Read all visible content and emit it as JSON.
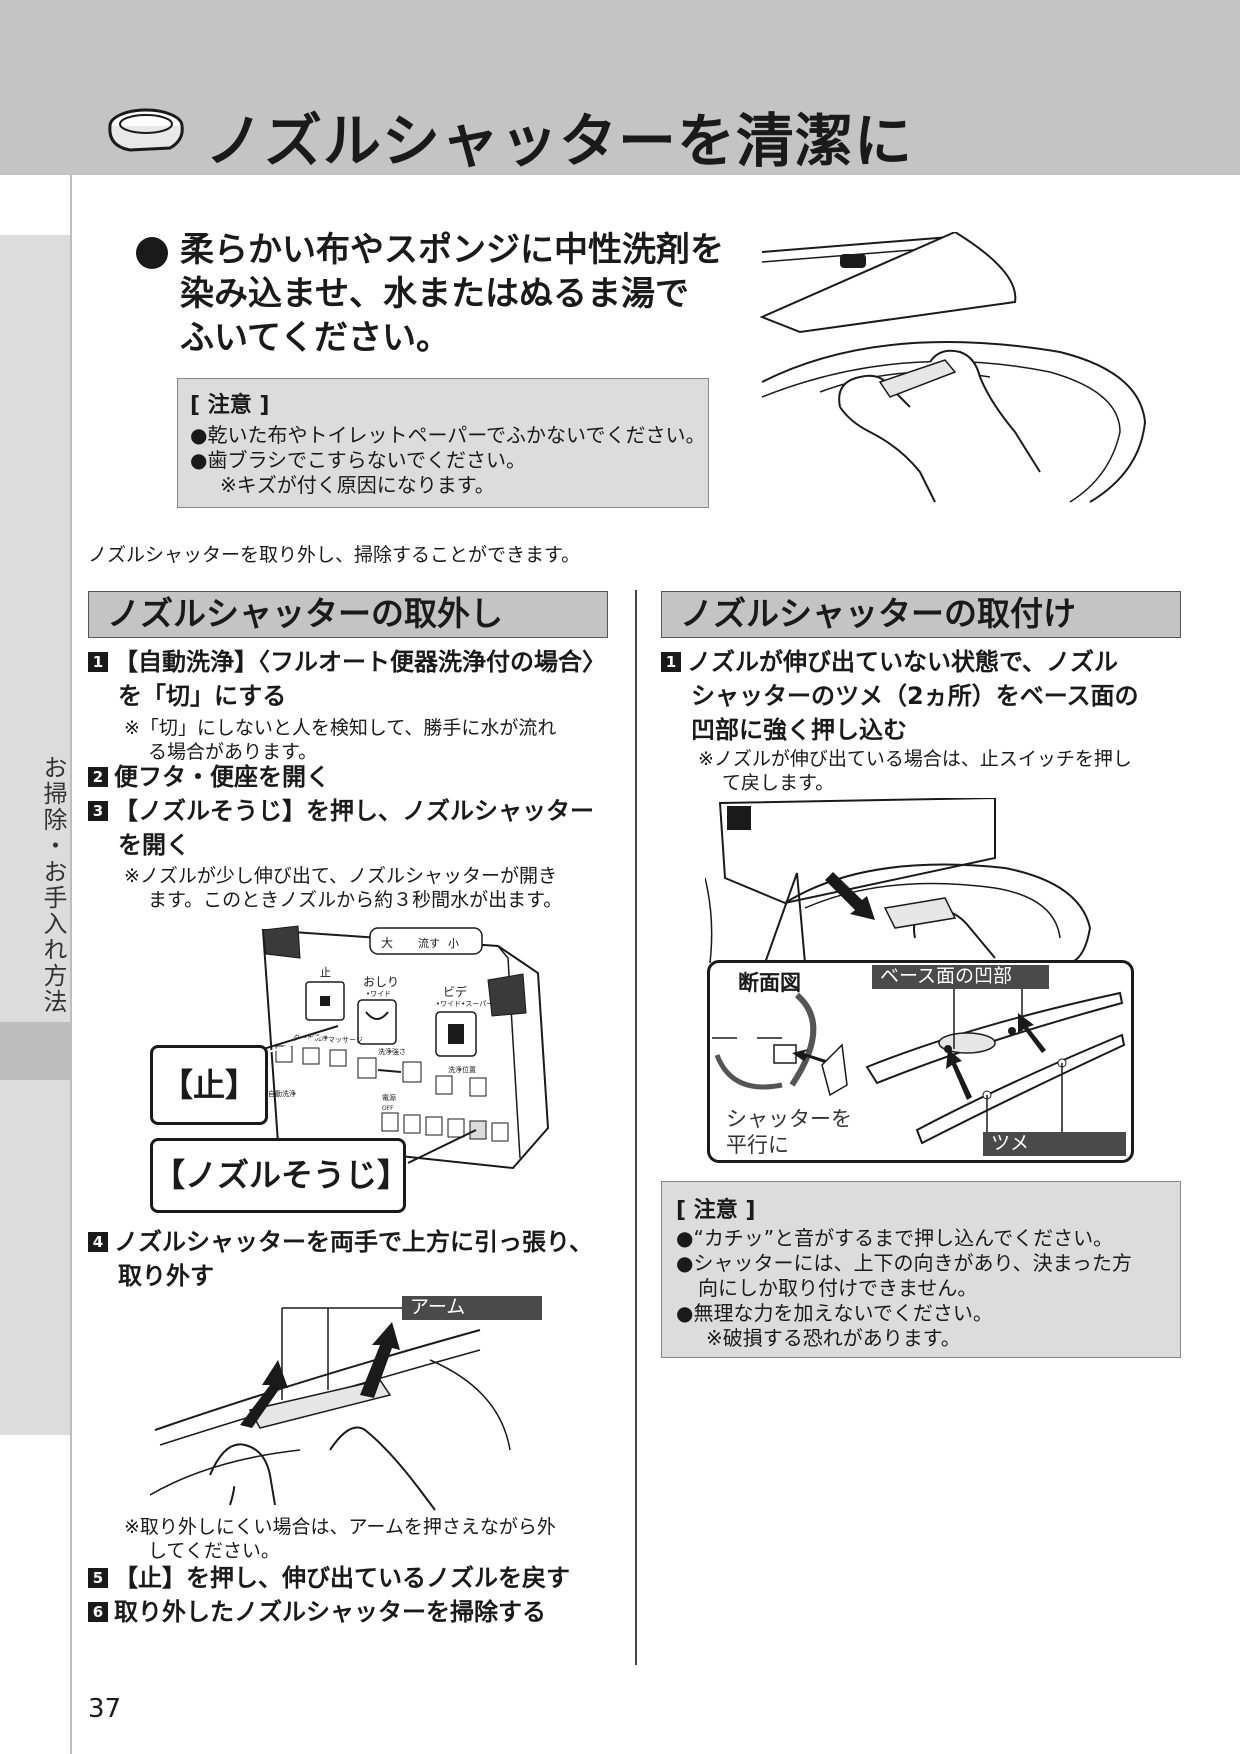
{
  "header": {
    "title": "ノズルシャッターを清潔に"
  },
  "side_tab": {
    "label": "お掃除・お手入れ方法"
  },
  "lead": {
    "text_lines": [
      "柔らかい布やスポンジに中性洗剤を",
      "染み込ませ、水またはぬるま湯で",
      "ふいてください。"
    ]
  },
  "caution_top": {
    "title": "[ 注意 ]",
    "lines": [
      "●乾いた布やトイレットペーパーでふかないでください。",
      "●歯ブラシでこすらないでください。",
      "※キズが付く原因になります。"
    ]
  },
  "intro": "ノズルシャッターを取り外し、掃除することができます。",
  "removal": {
    "heading": "ノズルシャッターの取外し",
    "step1": {
      "num": "1",
      "line1": "【自動洗浄】〈フルオート便器洗浄付の場合〉",
      "line2": "を「切」にする",
      "note1": "※「切」にしないと人を検知して、勝手に水が流れ",
      "note2": "る場合があります。"
    },
    "step2": {
      "num": "2",
      "text": "便フタ・便座を開く"
    },
    "step3": {
      "num": "3",
      "line1": "【ノズルそうじ】を押し、ノズルシャッター",
      "line2": "を開く",
      "note1": "※ノズルが少し伸び出て、ノズルシャッターが開き",
      "note2": "ます。このときノズルから約３秒間水が出ます。"
    },
    "remote": {
      "stop_btn": "止",
      "oshiri": "おしり",
      "oshiri_sub": "•ワイド",
      "bide": "ビデ",
      "bide_sub": "•ワイド•スーパー",
      "flush_top": "大",
      "flush_label": "流す",
      "flush_small": "小",
      "turbo": "ターボ洗浄",
      "massage": "マッサージ",
      "strength": "洗浄強さ",
      "position": "洗浄位置",
      "auto": "自動洗浄",
      "power": "電源",
      "off": "OFF"
    },
    "callout_stop": "【止】",
    "callout_nozzle": "【ノズルそうじ】",
    "step4": {
      "num": "4",
      "line1": "ノズルシャッターを両手で上方に引っ張り、",
      "line2": "取り外す"
    },
    "arm_label": "アーム",
    "note_after4_1": "※取り外しにくい場合は、アームを押さえながら外",
    "note_after4_2": "してください。",
    "step5": {
      "num": "5",
      "text": "【止】を押し、伸び出ているノズルを戻す"
    },
    "step6": {
      "num": "6",
      "text": "取り外したノズルシャッターを掃除する"
    }
  },
  "install": {
    "heading": "ノズルシャッターの取付け",
    "step1": {
      "num": "1",
      "line1": "ノズルが伸び出ていない状態で、ノズル",
      "line2": "シャッターのツメ（2ヵ所）をベース面の",
      "line3": "凹部に強く押し込む",
      "note1": "※ノズルが伸び出ている場合は、止スイッチを押し",
      "note2": "て戻します。"
    },
    "section_view": "断面図",
    "base_label": "ベース面の凹部",
    "shutter_parallel_1": "シャッターを",
    "shutter_parallel_2": "平行に",
    "tsume_label": "ツメ"
  },
  "caution_bottom": {
    "title": "[ 注意 ]",
    "lines": [
      "●“カチッ”と音がするまで押し込んでください。",
      "●シャッターには、上下の向きがあり、決まった方",
      "向にしか取り付けできません。",
      "●無理な力を加えないでください。",
      "※破損する恐れがあります。"
    ]
  },
  "page_number": "37"
}
